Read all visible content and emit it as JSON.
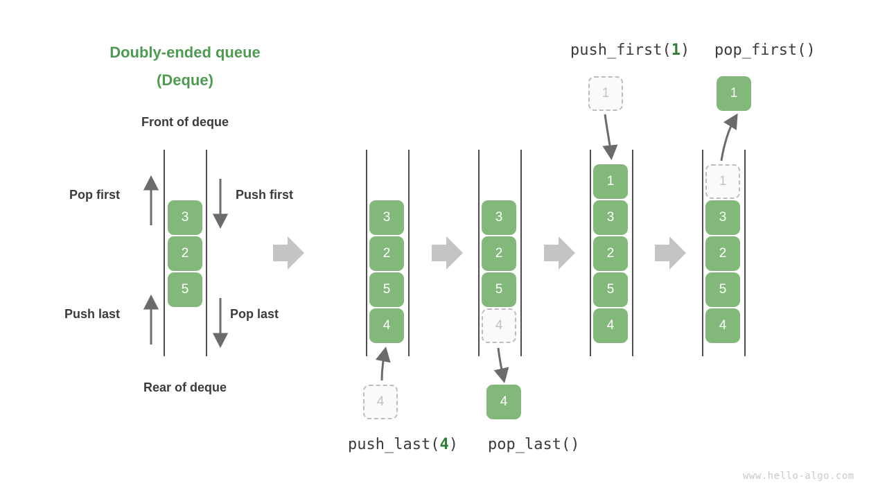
{
  "title": {
    "line1": "Doubly-ended queue",
    "line2": "(Deque)"
  },
  "labels": {
    "front": "Front of deque",
    "rear": "Rear of deque",
    "pop_first": "Pop first",
    "push_first": "Push first",
    "push_last": "Push last",
    "pop_last": "Pop last"
  },
  "operations": {
    "push_first": {
      "prefix": "push_first(",
      "arg": "1",
      "suffix": ")"
    },
    "pop_first": {
      "prefix": "pop_first()",
      "arg": "",
      "suffix": ""
    },
    "push_last": {
      "prefix": "push_last(",
      "arg": "4",
      "suffix": ")"
    },
    "pop_last": {
      "prefix": "pop_last()",
      "arg": "",
      "suffix": ""
    }
  },
  "colors": {
    "accent_green": "#4e9a51",
    "cell_green": "#82b97b",
    "ghost_fill": "#fafafa",
    "ghost_border": "#bdbdbd",
    "arrow_gray": "#6b6b6b",
    "block_arrow_gray": "#c4c4c4",
    "rail_gray": "#4d4d4d",
    "text_dark": "#3b3b3b",
    "watermark": "#c9c9c9"
  },
  "stages": [
    {
      "name": "initial-deque",
      "cells": [
        {
          "value": "3",
          "state": "filled"
        },
        {
          "value": "2",
          "state": "filled"
        },
        {
          "value": "5",
          "state": "filled"
        }
      ]
    },
    {
      "name": "after-push-last",
      "cells": [
        {
          "value": "3",
          "state": "filled"
        },
        {
          "value": "2",
          "state": "filled"
        },
        {
          "value": "5",
          "state": "filled"
        },
        {
          "value": "4",
          "state": "filled"
        }
      ]
    },
    {
      "name": "before-pop-last",
      "cells": [
        {
          "value": "3",
          "state": "filled"
        },
        {
          "value": "2",
          "state": "filled"
        },
        {
          "value": "5",
          "state": "filled"
        },
        {
          "value": "4",
          "state": "ghost"
        }
      ]
    },
    {
      "name": "after-push-first",
      "cells": [
        {
          "value": "1",
          "state": "filled"
        },
        {
          "value": "3",
          "state": "filled"
        },
        {
          "value": "2",
          "state": "filled"
        },
        {
          "value": "5",
          "state": "filled"
        },
        {
          "value": "4",
          "state": "filled"
        }
      ]
    },
    {
      "name": "before-pop-first",
      "cells": [
        {
          "value": "1",
          "state": "ghost"
        },
        {
          "value": "3",
          "state": "filled"
        },
        {
          "value": "2",
          "state": "filled"
        },
        {
          "value": "5",
          "state": "filled"
        },
        {
          "value": "4",
          "state": "filled"
        }
      ]
    }
  ],
  "floating_cells": {
    "push_last_source": {
      "value": "4",
      "state": "ghost"
    },
    "pop_last_result": {
      "value": "4",
      "state": "filled"
    },
    "push_first_source": {
      "value": "1",
      "state": "ghost"
    },
    "pop_first_result": {
      "value": "1",
      "state": "filled"
    }
  },
  "watermark": "www.hello-algo.com"
}
